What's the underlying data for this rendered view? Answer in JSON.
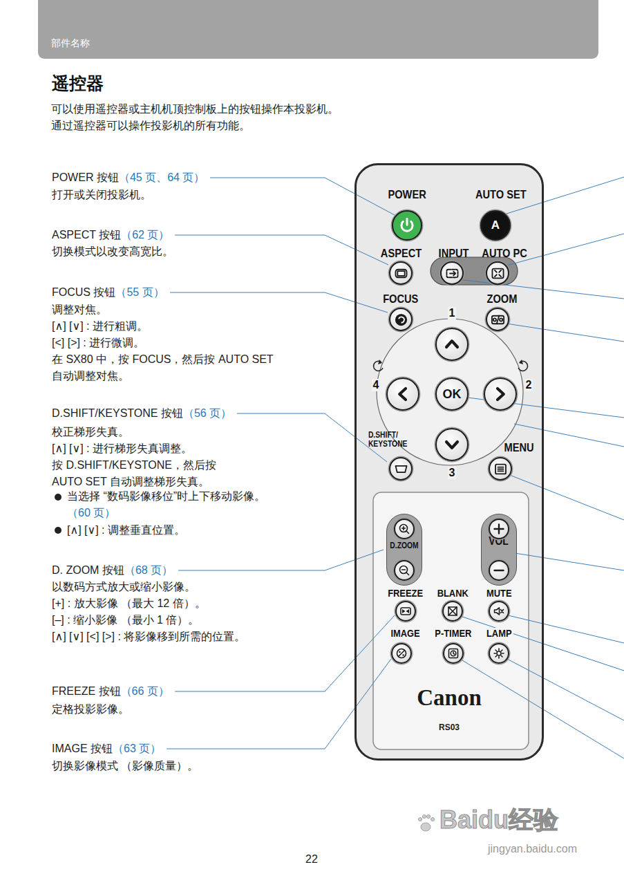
{
  "diagram": {
    "title": "遥控器",
    "nodes": [
      {
        "text": [
          "部件名称"
        ]
      },
      {
        "text": [
          "Canon",
          "RS03"
        ]
      },
      {
        "text": [
          "POWER"
        ],
        "in": 1
      },
      {
        "text": [
          "AUTO SET",
          "A"
        ],
        "in": 1
      },
      {
        "text": [
          "ASPECT"
        ],
        "in": 1
      },
      {
        "text": [
          "INPUT"
        ],
        "in": 1
      },
      {
        "text": [
          "AUTO PC"
        ],
        "in": 1
      },
      {
        "text": [
          "FOCUS"
        ],
        "in": 1
      },
      {
        "text": [
          "ZOOM"
        ],
        "in": 1
      },
      {
        "text": [
          "1"
        ],
        "in": 1
      },
      {
        "text": [
          "4"
        ],
        "in": 1
      },
      {
        "text": [
          "OK"
        ],
        "in": 1
      },
      {
        "text": [
          "2"
        ],
        "in": 1
      },
      {
        "text": [
          "3"
        ],
        "in": 1
      },
      {
        "text": [
          "D.SHIFT/ KEYSTONE"
        ],
        "in": 1
      },
      {
        "text": [
          "MENU"
        ],
        "in": 1
      },
      {
        "text": [
          "D.ZOOM"
        ],
        "in": 1
      },
      {
        "text": [
          "VOL"
        ],
        "in": 1
      },
      {
        "text": [
          "FREEZE"
        ],
        "in": 1
      },
      {
        "text": [
          "BLANK"
        ],
        "in": 1
      },
      {
        "text": [
          "MUTE"
        ],
        "in": 1
      },
      {
        "text": [
          "IMAGE"
        ],
        "in": 1
      },
      {
        "text": [
          "P-TIMER"
        ],
        "in": 1
      },
      {
        "text": [
          "LAMP"
        ],
        "in": 1
      }
    ],
    "labels": [
      "可以使用遥控器或主机机顶控制板上的按钮操作本投影机。",
      "通过遥控器可以操作投影机的所有功能。",
      "POWER 按钮",
      "（45 页、64 页）",
      "打开或关闭投影机。",
      "ASPECT 按钮",
      "（62 页）",
      "切换模式以改变高宽比。",
      "FOCUS 按钮",
      "（55 页）",
      "调整对焦。",
      "[∧] [∨] : 进行粗调。",
      "[<] [>] : 进行微调。",
      "在 SX80 中，按 FOCUS，然后按 AUTO SET 自动调整对焦。",
      "D.SHIFT/KEYSTONE 按钮",
      "（56 页）",
      "校正梯形失真。",
      "[∧] [∨] : 进行梯形失真调整。",
      "按 D.SHIFT/KEYSTONE，然后按 AUTO SET 自动调整梯形失真。",
      "当选择 “数码影像移位”时上下移动影像。",
      "（60 页）",
      "[∧] [∨] : 调整垂直位置。",
      "D. ZOOM 按钮",
      "（68 页）",
      "以数码方式放大或缩小影像。",
      "[+] : 放大影像 （最大 12 倍）。",
      "[–] : 缩小影像 （最小 1 倍）。",
      "[∧] [∨] [<] [>] : 将影像移到所需的位置。",
      "FREEZE 按钮",
      "（66 页）",
      "定格投影影像。",
      "IMAGE 按钮",
      "（63 页）",
      "切换影像模式 （影像质量）。",
      "22",
      "Baidu经验",
      "jingyan.baidu.com"
    ]
  }
}
